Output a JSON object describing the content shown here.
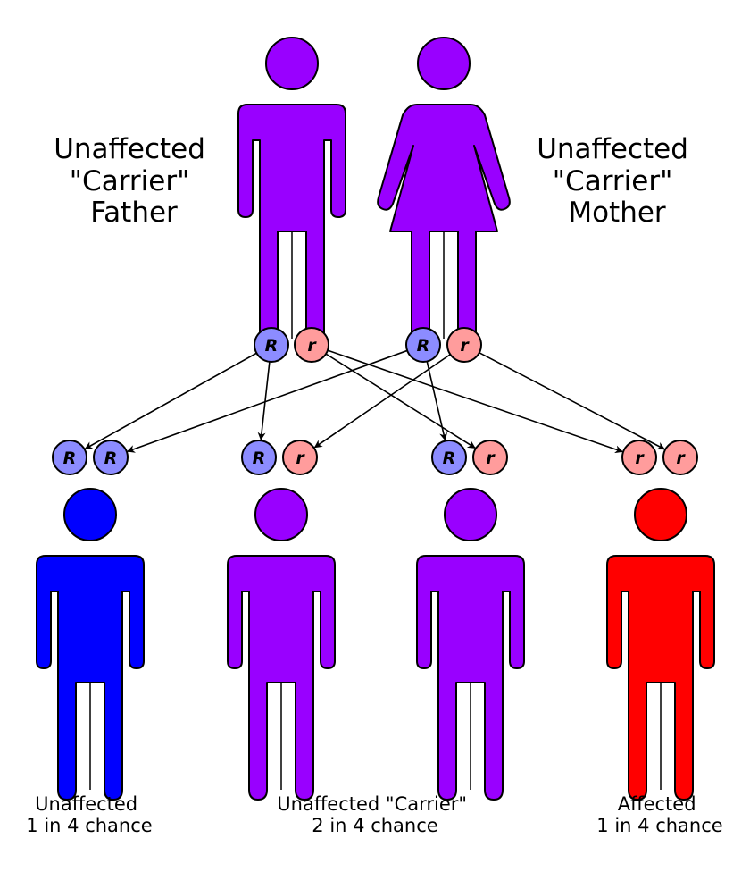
{
  "colors": {
    "carrier": "#9900ff",
    "unaffected": "#0000ff",
    "affected": "#ff0000",
    "dominant_allele": "#8c8cff",
    "recessive_allele": "#ff9c9c",
    "outline": "#000000"
  },
  "parents": {
    "father": {
      "lines": [
        "Unaffected",
        "\"Carrier\"",
        "Father"
      ],
      "figure": "male-figure-icon",
      "status": "carrier",
      "alleles": [
        "R",
        "r"
      ]
    },
    "mother": {
      "lines": [
        "Unaffected",
        "\"Carrier\"",
        "Mother"
      ],
      "figure": "female-figure-icon",
      "status": "carrier",
      "alleles": [
        "R",
        "r"
      ]
    }
  },
  "children": [
    {
      "alleles": [
        "R",
        "R"
      ],
      "status": "unaffected"
    },
    {
      "alleles": [
        "R",
        "r"
      ],
      "status": "carrier"
    },
    {
      "alleles": [
        "R",
        "r"
      ],
      "status": "carrier"
    },
    {
      "alleles": [
        "r",
        "r"
      ],
      "status": "affected"
    }
  ],
  "outcome_labels": [
    {
      "lines": [
        "Unaffected",
        "1 in 4 chance"
      ]
    },
    {
      "lines": [
        "Unaffected \"Carrier\"",
        "2 in 4 chance"
      ]
    },
    {
      "lines": [
        "Affected",
        "1 in 4 chance"
      ]
    }
  ],
  "inheritance_arrows": [
    {
      "from": "father.0",
      "to": "child.0.0"
    },
    {
      "from": "father.0",
      "to": "child.1.0"
    },
    {
      "from": "father.1",
      "to": "child.2.1"
    },
    {
      "from": "father.1",
      "to": "child.3.0"
    },
    {
      "from": "mother.0",
      "to": "child.0.1"
    },
    {
      "from": "mother.0",
      "to": "child.2.0"
    },
    {
      "from": "mother.1",
      "to": "child.1.1"
    },
    {
      "from": "mother.1",
      "to": "child.3.1"
    }
  ]
}
